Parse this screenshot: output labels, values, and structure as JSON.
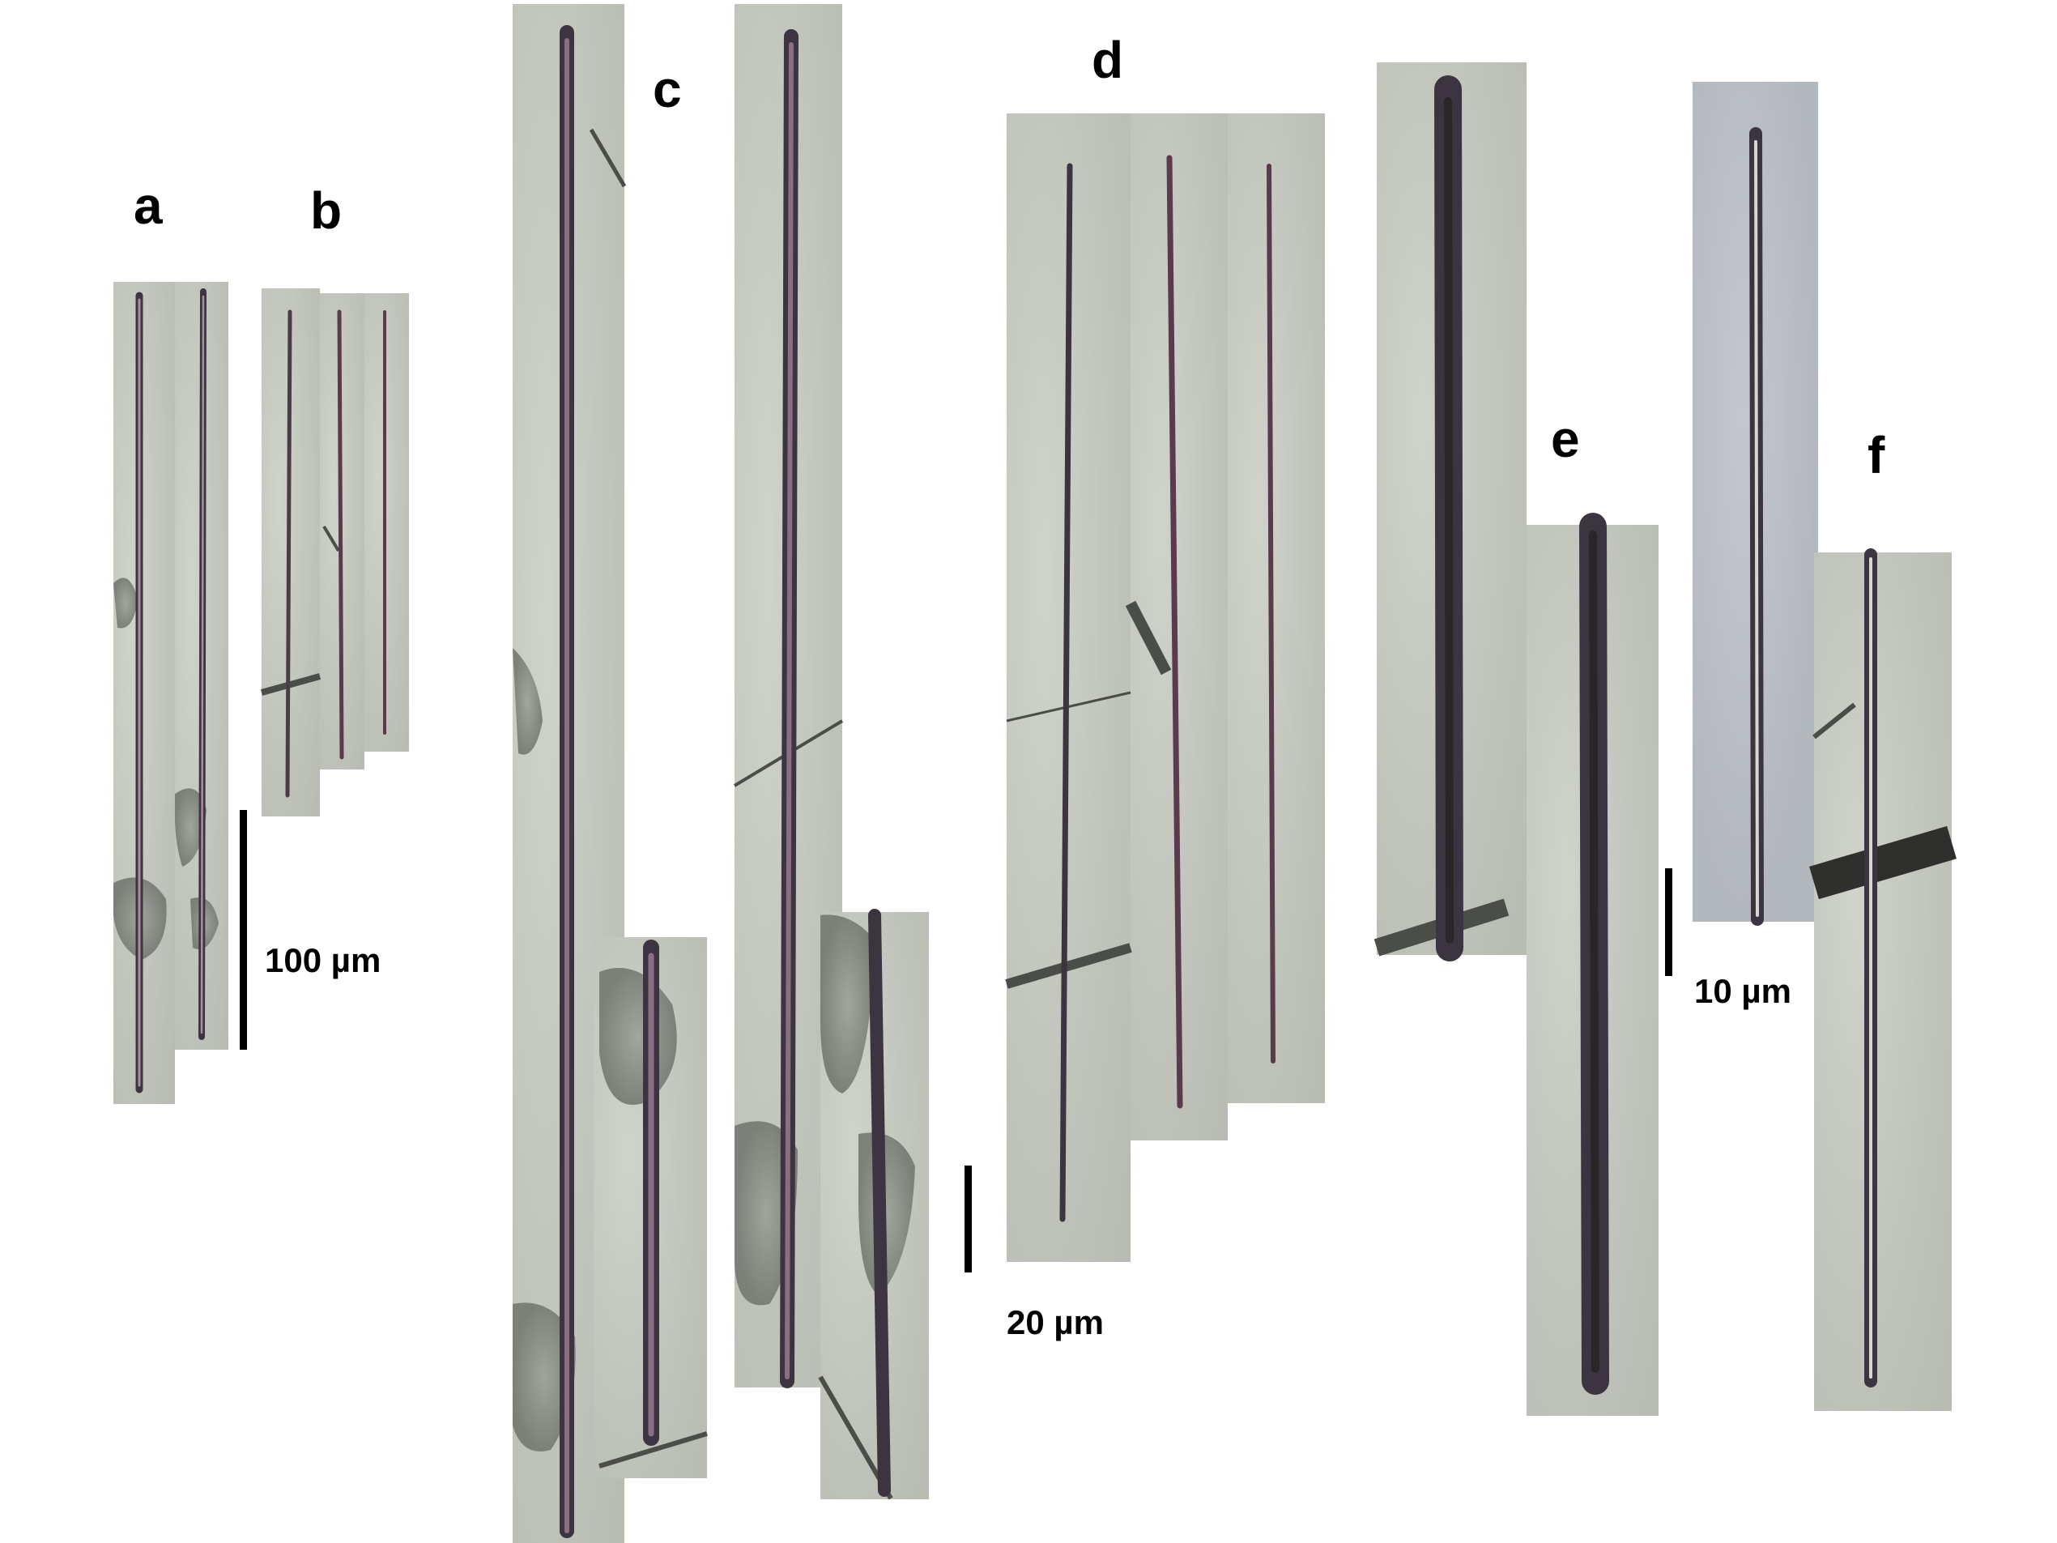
{
  "figure": {
    "panel_labels": [
      "a",
      "b",
      "c",
      "d",
      "e",
      "f"
    ],
    "scale_bars": [
      {
        "label": "100 µm"
      },
      {
        "label": "20 µm"
      },
      {
        "label": "10 µm"
      }
    ],
    "colors": {
      "background": "#ffffff",
      "micrograph_field": "#c5c9c0",
      "spicule_outline": "#3c3440",
      "spicule_canal": "#7a5a6a",
      "debris": "#8a8f86"
    },
    "subject": "spicule-micrographs"
  }
}
